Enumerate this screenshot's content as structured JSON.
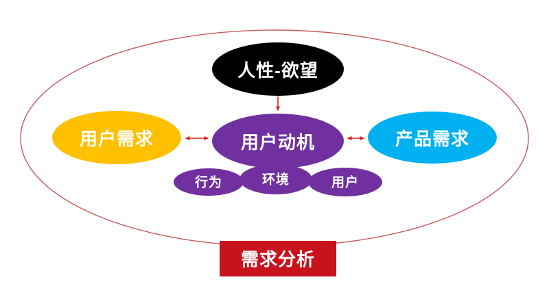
{
  "colors": {
    "outer_ring": "#C75B5B",
    "arrow": "#E02020",
    "desire_fill": "#000000",
    "user_need_fill": "#FFC000",
    "motivation_fill": "#7030A0",
    "product_need_fill": "#00B0F0",
    "behavior_fill": "#7030A0",
    "environment_fill": "#7030A0",
    "user_fill": "#7030A0",
    "banner_fill": "#C8121C",
    "label_text": "#FFFFFF"
  },
  "nodes": {
    "desire": {
      "label": "人性-欲望"
    },
    "user_need": {
      "label": "用户需求"
    },
    "motivation": {
      "label": "用户动机"
    },
    "product_need": {
      "label": "产品需求"
    },
    "behavior": {
      "label": "行为"
    },
    "environment": {
      "label": "环境"
    },
    "user": {
      "label": "用户"
    },
    "banner": {
      "label": "需求分析"
    }
  }
}
